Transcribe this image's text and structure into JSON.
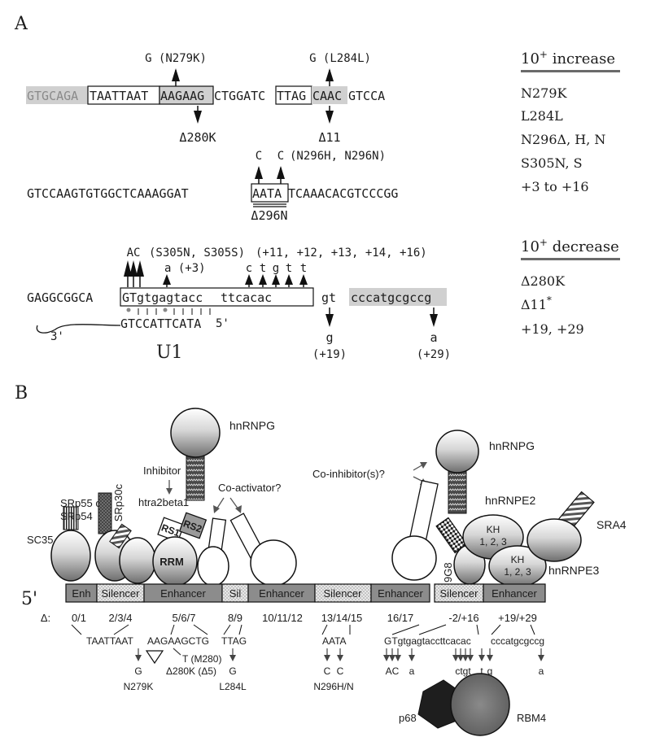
{
  "panel_a": {
    "label": "A",
    "mut_n279k": "G (N279K)",
    "mut_l284l": "G (L284L)",
    "seq1": {
      "s0": "GTGCAGA",
      "s1": "TAATTAAT",
      "s2": "AAGAAG",
      "s3": "CTGGATC",
      "s4": "TTAG",
      "s5": "CAAC",
      "s6": "GTCCA"
    },
    "del_280k": "Δ280K",
    "del_11": "Δ11",
    "mut_n296": "(N296H, N296N)",
    "mut_c1": "C",
    "mut_c2": "C",
    "seq2": {
      "s0": "GTCCAAGTGTGGCTCAAAGGAT",
      "s1": "AATA",
      "s2": "TCAAACACGTCCCGG"
    },
    "del_296n": "Δ296N",
    "mut_ac": "AC",
    "mut_s305": "(S305N, S305S)",
    "mut_plus3": "a (+3)",
    "mut_plus_list": "(+11, +12, +13, +14, +16)",
    "mut_lower": [
      "c",
      "t",
      "g",
      "t",
      "t"
    ],
    "seq3": {
      "s0": "GAGGCGGCA",
      "s1": "GTgtgagtacc",
      "s2": "ttcacac",
      "s3": "gt",
      "s4": "cccatgcgccg"
    },
    "u1_seq": "GTCCATTCATA",
    "u1_3p": "3'",
    "u1_5p": "5'",
    "u1_label": "U1",
    "down_g": "g",
    "down_a": "a",
    "down_plus19": "(+19)",
    "down_plus29": "(+29)",
    "increase": {
      "header": "10",
      "sup": "+",
      "tail": " increase",
      "items": [
        "N279K",
        "L284L",
        "N296Δ, H, N",
        "S305N, S",
        "+3 to +16"
      ]
    },
    "decrease": {
      "header": "10",
      "sup": "+",
      "tail": " decrease",
      "items": [
        "Δ280K",
        "Δ11",
        "+19, +29"
      ],
      "dagger": "*"
    }
  },
  "panel_b": {
    "label": "B",
    "five_prime": "5'",
    "segments": [
      "Enh",
      "Silencer",
      "Enhancer",
      "Sil",
      "Enhancer",
      "Silencer",
      "Enhancer",
      "Silencer",
      "Enhancer"
    ],
    "delta_label": "Δ:",
    "delta_groups": [
      "0/1",
      "2/3/4",
      "5/6/7",
      "8/9",
      "10/11/12",
      "13/14/15",
      "16/17",
      "-2/+16",
      "+19/+29"
    ],
    "seq_taattaat": "TAATTAAT",
    "seq_aagaagctg": "AAGAAGCTG",
    "seq_ttag": "TTAG",
    "seq_aata": "AATA",
    "seq_gt": "GTgtgagtaccttcacac",
    "seq_ccc": "cccatgcgccg",
    "m280": "T (M280)",
    "del280_5": "Δ280K (Δ5)",
    "mut_g1": "G",
    "mut_g2": "G",
    "mut_c1": "C",
    "mut_c2": "C",
    "mut_ac": "AC",
    "mut_a1": "a",
    "mut_ctgt": "ctgt",
    "mut_t": "t",
    "mut_g3": "g",
    "mut_a2": "a",
    "n279k": "N279K",
    "l284l": "L284L",
    "n296hn": "N296H/N",
    "proteins": {
      "hnrnpg_left": "hnRNPG",
      "hnrnpg_right": "hnRNPG",
      "inhibitor": "Inhibitor",
      "htra2beta1": "htra2beta1",
      "coactivator": "Co-activator?",
      "coinhibitor": "Co-inhibitor(s)?",
      "srp55": "SRp55 or",
      "srp54": "SRp54",
      "srp30c": "SRp30c",
      "sc35": "SC35",
      "rs1": "RS1",
      "rs2": "RS2",
      "rrm": "RRM",
      "hnrnpe2": "hnRNPE2",
      "kh1": "KH",
      "kh1b": "1, 2, 3",
      "kh2": "KH",
      "kh2b": "1, 2, 3",
      "hnrnpe3": "hnRNPE3",
      "sra4": "SRA4",
      "ninegeight": "9G8",
      "p68": "p68",
      "rbm4": "RBM4"
    }
  }
}
